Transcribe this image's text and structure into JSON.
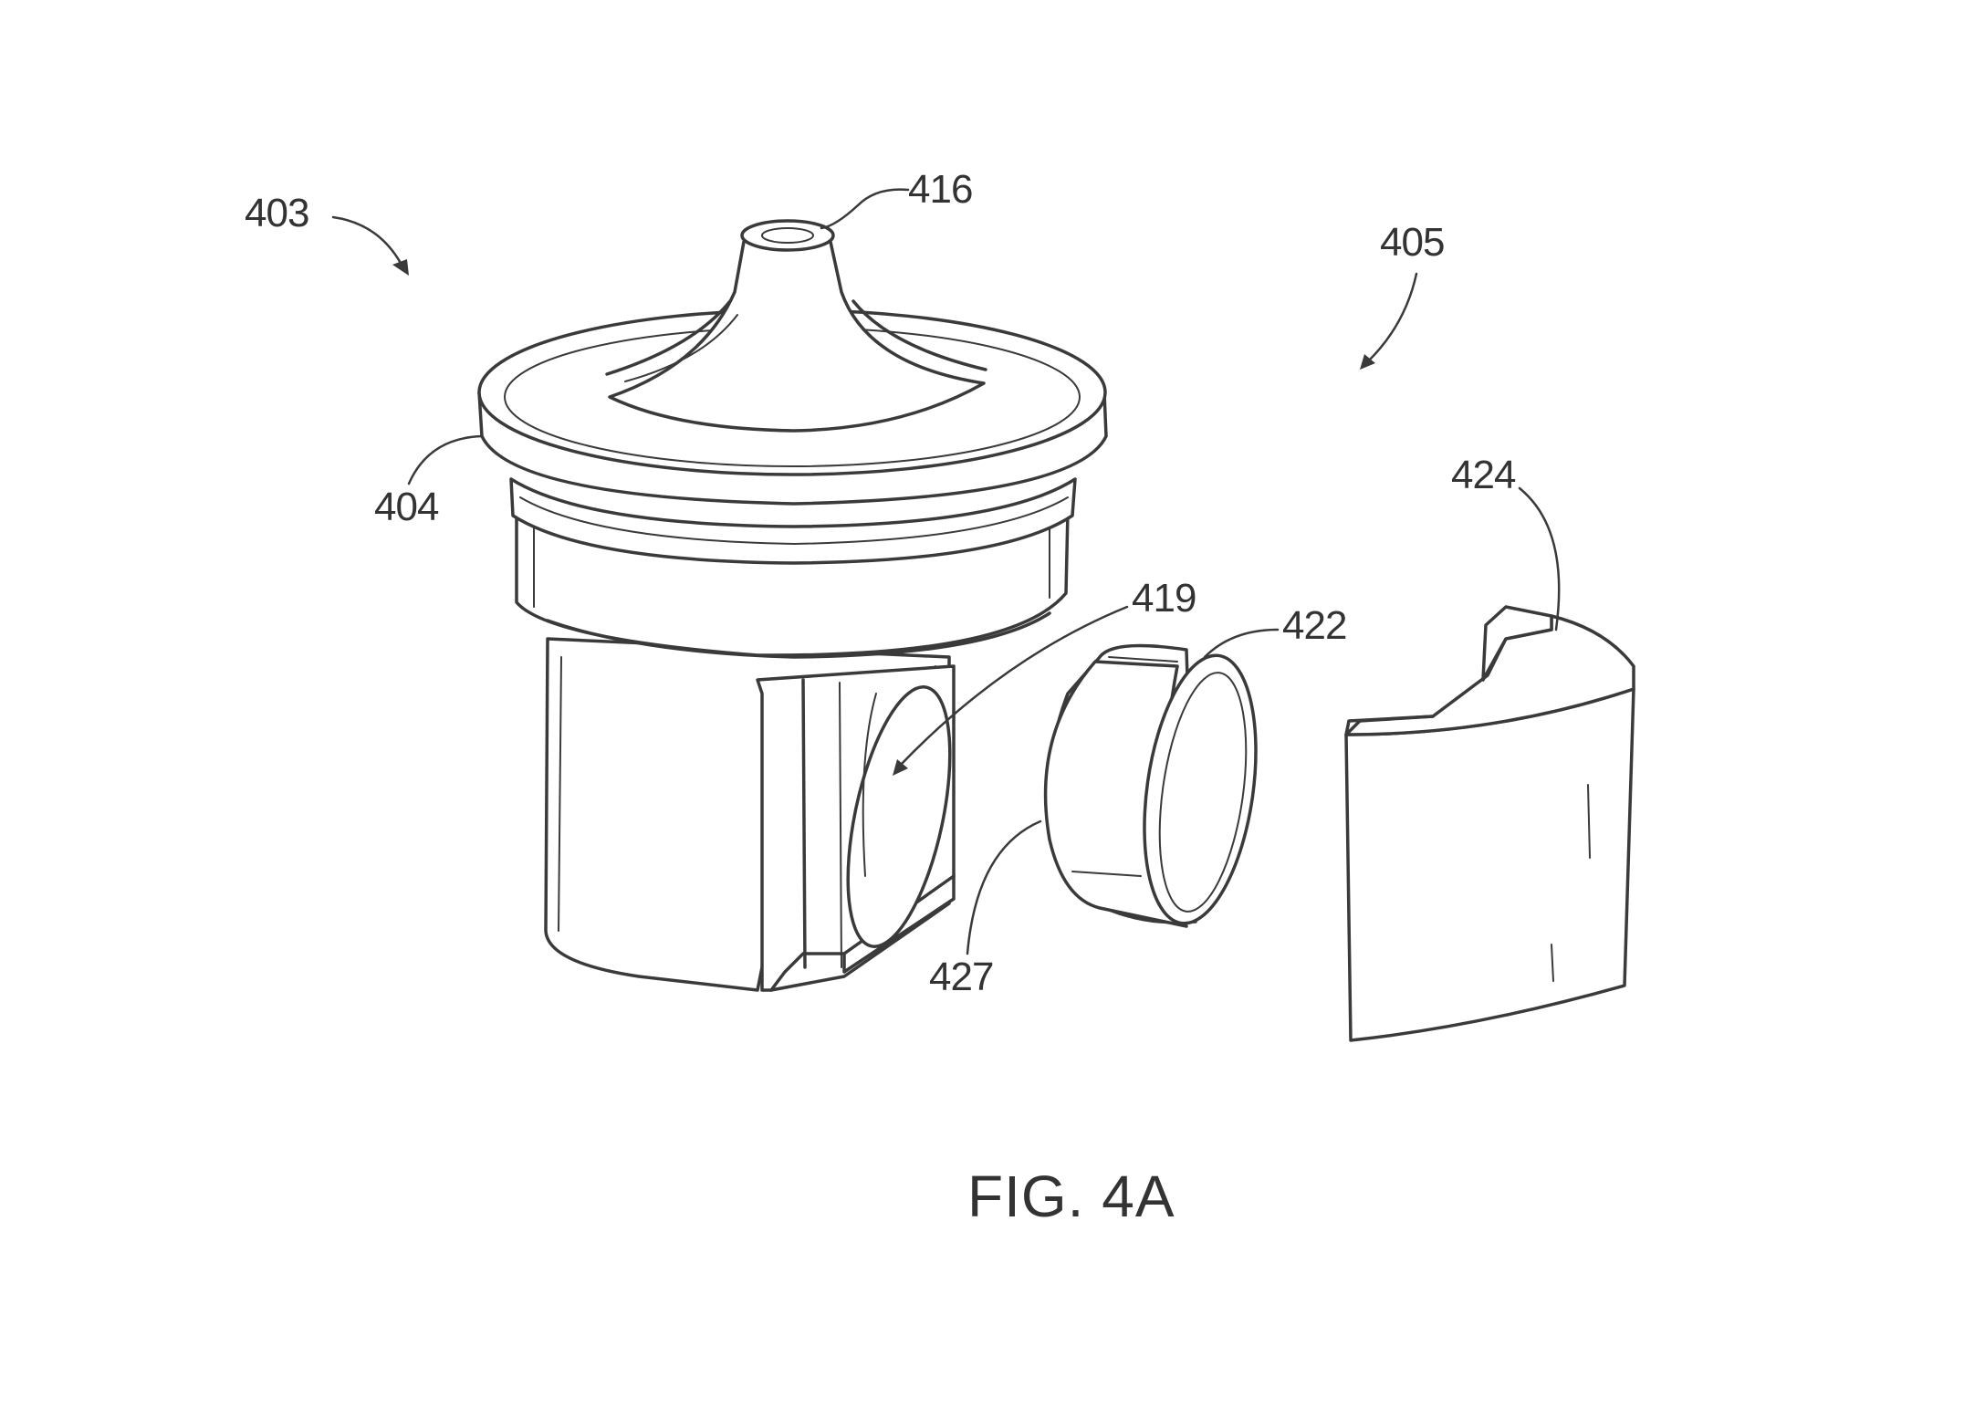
{
  "figure": {
    "caption": "FIG. 4A",
    "reference_numerals": {
      "r403": "403",
      "r404": "404",
      "r405": "405",
      "r416": "416",
      "r419": "419",
      "r422": "422",
      "r424": "424",
      "r427": "427"
    }
  },
  "colors": {
    "line": "#3a3a3a",
    "background": "#ffffff"
  }
}
